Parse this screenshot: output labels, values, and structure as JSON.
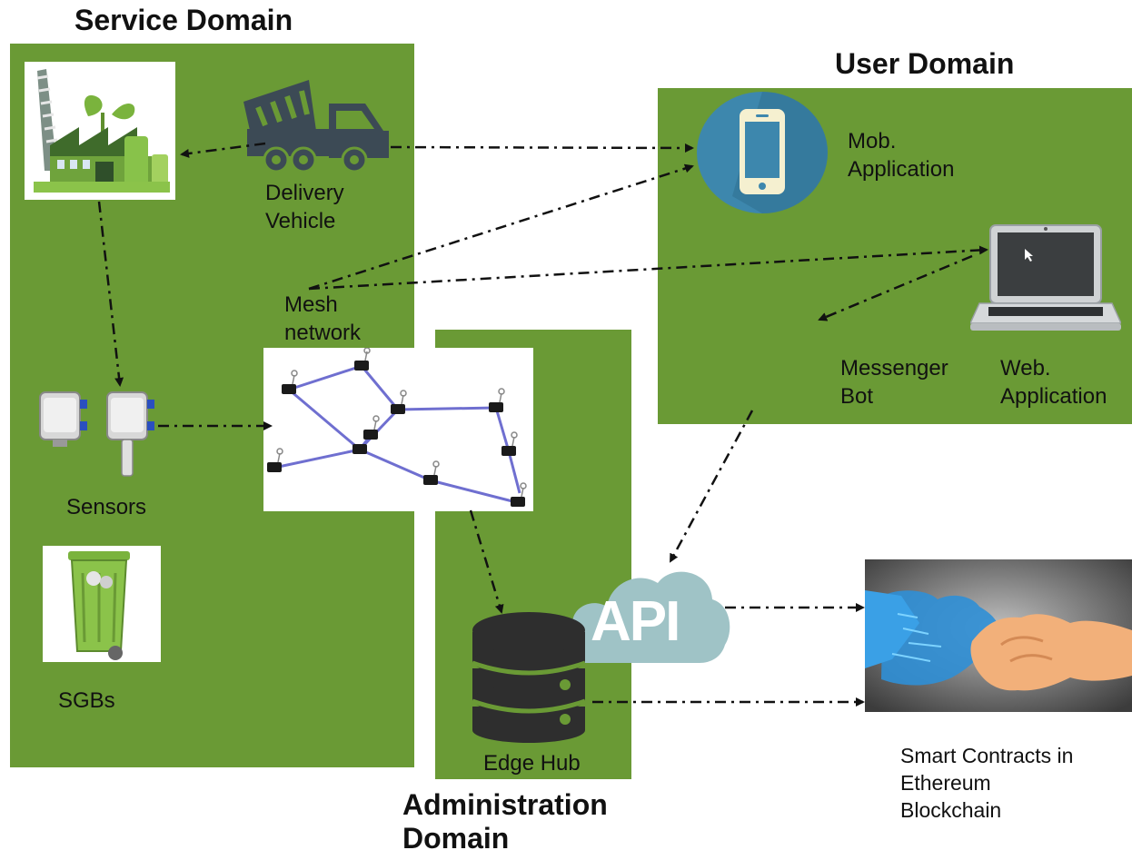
{
  "domains": {
    "service": "Service Domain",
    "user": "User Domain",
    "admin_line1": "Administration",
    "admin_line2": "Domain"
  },
  "labels": {
    "delivery_line1": "Delivery",
    "delivery_line2": "Vehicle",
    "mesh_line1": "Mesh",
    "mesh_line2": "network",
    "sensors": "Sensors",
    "sgbs": "SGBs",
    "mob_line1": "Mob.",
    "mob_line2": "Application",
    "web_line1": "Web.",
    "web_line2": "Application",
    "bot_line1": "Messenger",
    "bot_line2": "Bot",
    "edge_hub": "Edge Hub",
    "api": "API",
    "smart_line1": "Smart Contracts in",
    "smart_line2": "Ethereum",
    "smart_line3": "Blockchain"
  },
  "colors": {
    "domain_green": "#6a9a35",
    "mesh_link": "#6f6fd0",
    "cloud": "#9fc3c6",
    "phone_circle": "#3d87ad"
  },
  "icons": [
    "factory-icon",
    "delivery-truck-icon",
    "sensor-icon",
    "mesh-network-icon",
    "smart-bin-icon",
    "mobile-phone-icon",
    "laptop-icon",
    "database-icon",
    "api-cloud-icon",
    "handshake-icon"
  ]
}
